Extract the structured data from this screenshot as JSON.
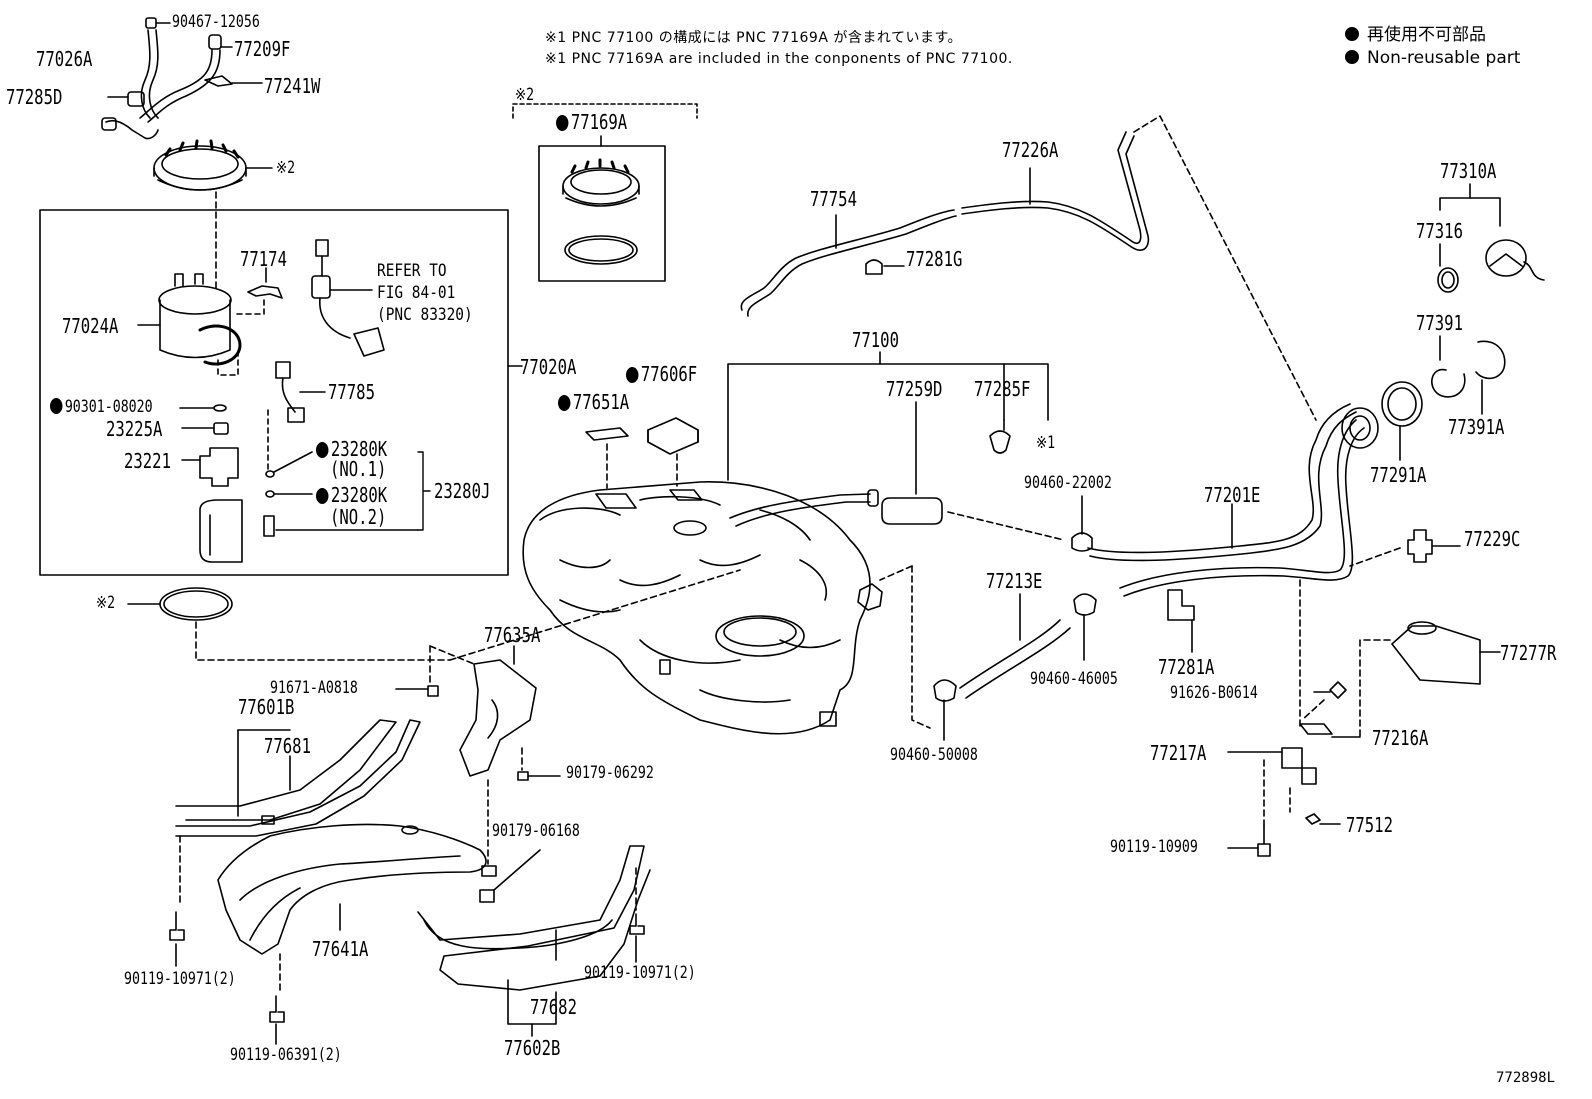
{
  "notes": {
    "jp": "※1 PNC 77100 の構成には PNC 77169A が含まれています。",
    "en": "※1 PNC 77169A are included in the conponents of PNC 77100."
  },
  "legend": {
    "jp": "再使用不可部品",
    "en": "Non-reusable part"
  },
  "figure_id": "772898L",
  "refer": {
    "line1": "REFER TO",
    "line2": "FIG 84-01",
    "line3": "(PNC 83320)"
  },
  "marks": {
    "m1": "※1",
    "m2_tl": "※2",
    "m2_kit": "※2",
    "m2_left": "※2"
  },
  "parts": {
    "p90467_12056": "90467-12056",
    "p77026A": "77026A",
    "p77209F": "77209F",
    "p77285D": "77285D",
    "p77241W": "77241W",
    "p77174": "77174",
    "p77024A": "77024A",
    "p77020A": "77020A",
    "p90301_08020": "90301-08020",
    "p77785": "77785",
    "p23225A": "23225A",
    "p23280K_1": "23280K",
    "no1": "(NO.1)",
    "p23221": "23221",
    "p23280J": "23280J",
    "p23280K_2": "23280K",
    "no2": "(NO.2)",
    "p77169A": "77169A",
    "p77226A": "77226A",
    "p77754": "77754",
    "p77281G": "77281G",
    "p77310A": "77310A",
    "p77316": "77316",
    "p77391": "77391",
    "p77391A": "77391A",
    "p77291A": "77291A",
    "p77100": "77100",
    "p77606F": "77606F",
    "p77651A": "77651A",
    "p77259D": "77259D",
    "p77285F": "77285F",
    "p90460_22002": "90460-22002",
    "p77201E": "77201E",
    "p77229C": "77229C",
    "p77213E": "77213E",
    "p77281A": "77281A",
    "p90460_46005": "90460-46005",
    "p90460_50008": "90460-50008",
    "p77277R": "77277R",
    "p91626_B0614": "91626-B0614",
    "p77216A": "77216A",
    "p77217A": "77217A",
    "p77512": "77512",
    "p90119_10909": "90119-10909",
    "p77635A": "77635A",
    "p91671_A0818": "91671-A0818",
    "p77601B": "77601B",
    "p77681": "77681",
    "p90179_06292": "90179-06292",
    "p90179_06168": "90179-06168",
    "p77641A": "77641A",
    "p90119_10971_l": "90119-10971(2)",
    "p90119_06391": "90119-06391(2)",
    "p90119_10971_r": "90119-10971(2)",
    "p77682": "77682",
    "p77602B": "77602B"
  }
}
